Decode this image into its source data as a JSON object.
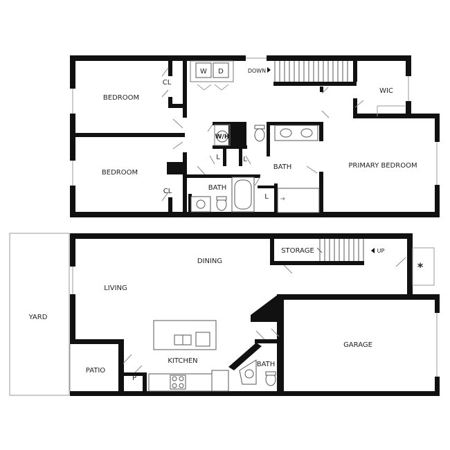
{
  "colors": {
    "wall": "#111111",
    "fixture": "#666666",
    "line": "#999999"
  },
  "upper_floor": {
    "rooms": {
      "bedroom_1": "BEDROOM",
      "bedroom_2": "BEDROOM",
      "cl_1": "CL",
      "cl_2": "CL",
      "washer": "W",
      "dryer": "D",
      "water_heater": "W/H",
      "linen_1": "L",
      "linen_2": "L",
      "linen_3": "L",
      "bath_1": "BATH",
      "bath_2": "BATH",
      "wic": "WIC",
      "primary_bedroom": "PRIMARY BEDROOM",
      "stair_down": "DOWN"
    }
  },
  "lower_floor": {
    "rooms": {
      "yard": "YARD",
      "living": "LIVING",
      "dining": "DINING",
      "kitchen": "KITCHEN",
      "patio": "PATIO",
      "pantry": "P",
      "storage": "STORAGE",
      "stair_up": "UP",
      "bath": "BATH",
      "garage": "GARAGE",
      "entry_mark": "*"
    }
  }
}
